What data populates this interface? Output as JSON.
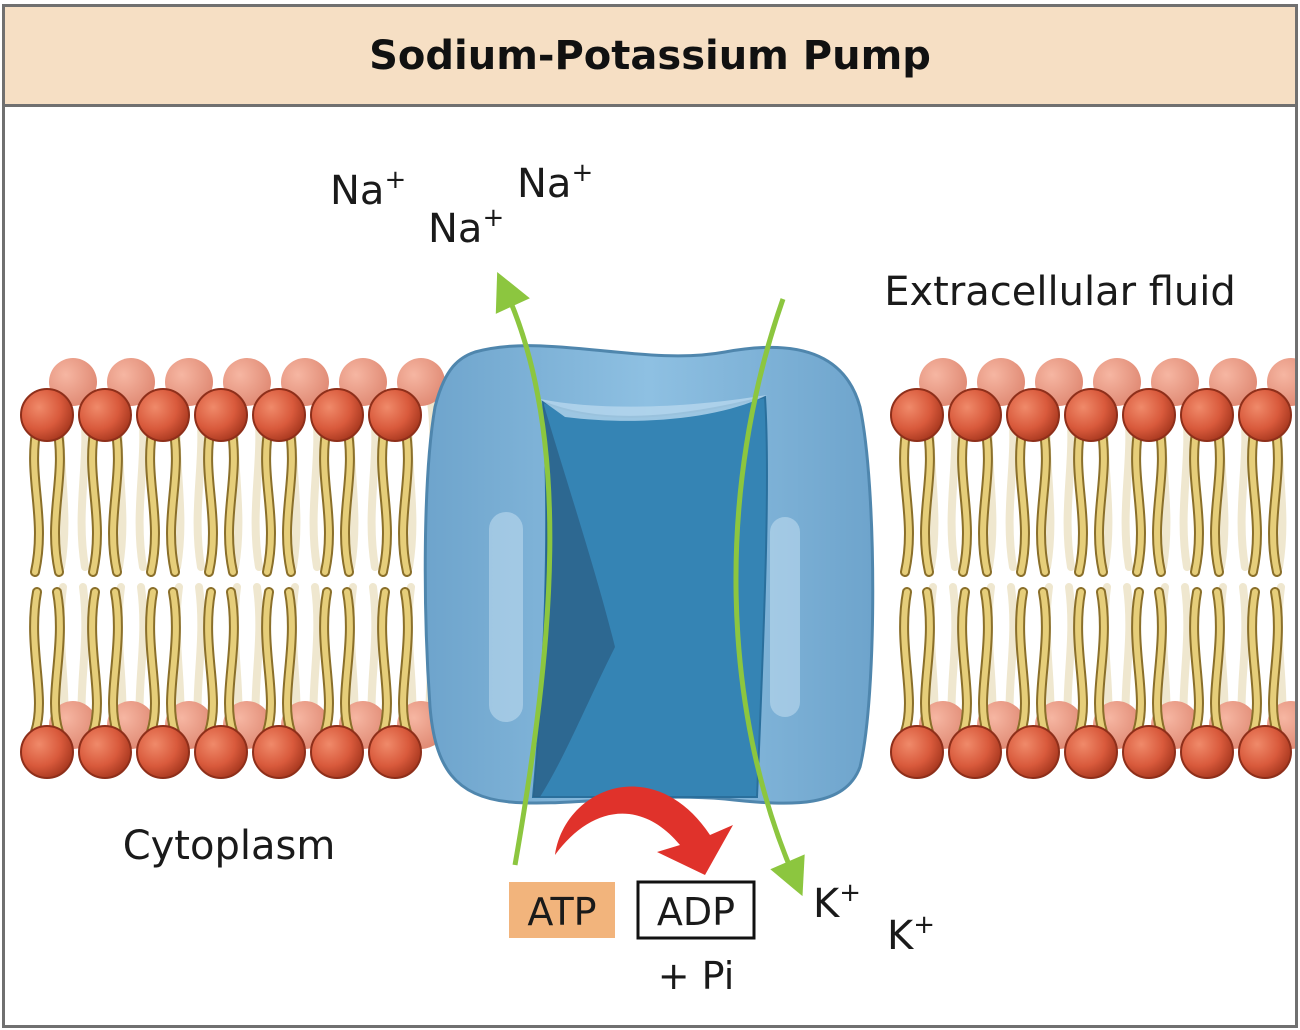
{
  "title": "Sodium-Potassium Pump",
  "labels": {
    "extracellular": "Extracellular fluid",
    "cytoplasm": "Cytoplasm",
    "sodium_ion": "Na",
    "potassium_ion": "K",
    "charge": "+",
    "atp": "ATP",
    "adp": "ADP",
    "pi": "+ Pi"
  },
  "counts": {
    "sodium_ions": 3,
    "potassium_ions": 2
  },
  "colors": {
    "title_bg": "#f6dfc4",
    "border": "#707070",
    "phospholipid_head": "#d95a3c",
    "lipid_tail": "#e6ce7a",
    "protein_outer": "#82b6da",
    "protein_channel": "#3584b4",
    "arrow_transport": "#8cc63f",
    "arrow_atp": "#e0322b",
    "atp_box": "#f2b47c"
  }
}
